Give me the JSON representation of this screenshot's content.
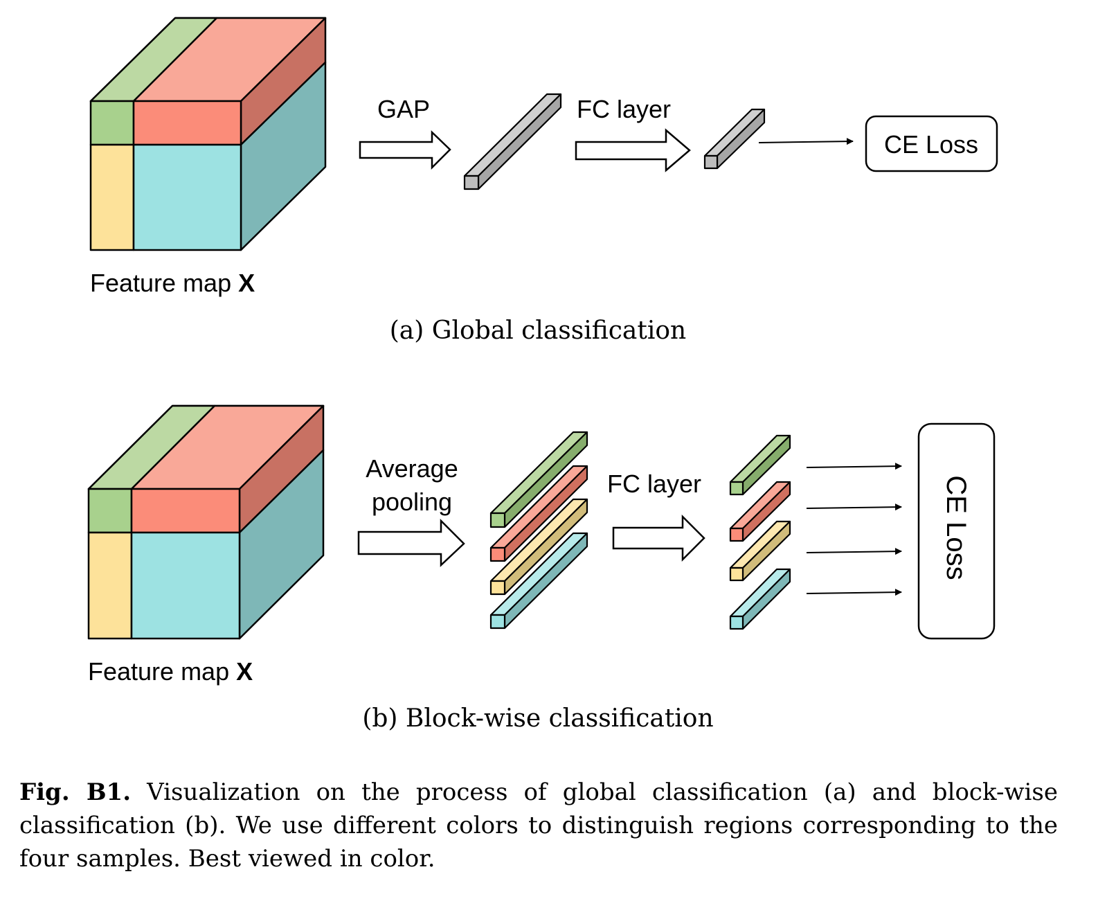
{
  "panel_a": {
    "feature_map_label": "Feature map ",
    "feature_map_symbol": "X",
    "op1_label": "GAP",
    "op2_label": "FC layer",
    "loss_label": "CE Loss",
    "subcaption": "(a) Global classification"
  },
  "panel_b": {
    "feature_map_label": "Feature map ",
    "feature_map_symbol": "X",
    "op1_label_line1": "Average",
    "op1_label_line2": "pooling",
    "op2_label": "FC layer",
    "loss_label": "CE Loss",
    "subcaption": "(b) Block-wise classification"
  },
  "caption": {
    "label": "Fig. B1.",
    "text": " Visualization on the process of global classification (a) and block-wise classification (b). We use different colors to distinguish regions corresponding to the four samples. Best viewed in color."
  },
  "colors": {
    "green": "#a8d18d",
    "red": "#fb8c79",
    "yellow": "#fde29a",
    "cyan": "#9de2e2",
    "gray": "#bdbdbd"
  }
}
